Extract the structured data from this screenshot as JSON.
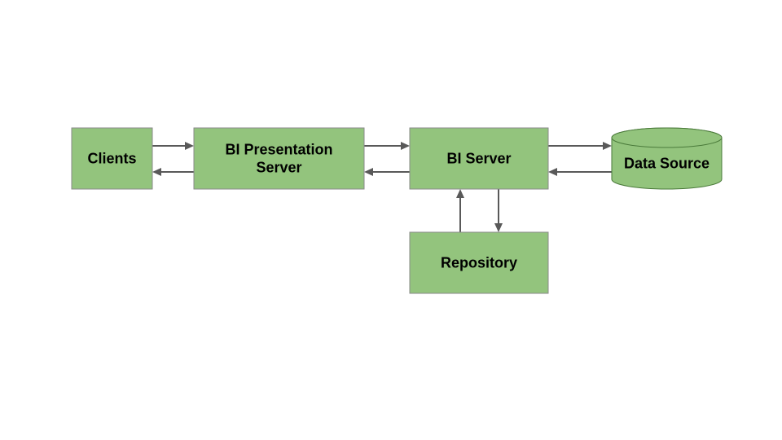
{
  "diagram": {
    "nodes": {
      "clients": {
        "label": [
          "Clients"
        ]
      },
      "presentation_server": {
        "label": [
          "BI Presentation",
          "Server"
        ]
      },
      "bi_server": {
        "label": [
          "BI Server"
        ]
      },
      "data_source": {
        "label": [
          "Data Source"
        ]
      },
      "repository": {
        "label": [
          "Repository"
        ]
      }
    },
    "edges": [
      {
        "from": "clients",
        "to": "presentation_server"
      },
      {
        "from": "presentation_server",
        "to": "clients"
      },
      {
        "from": "presentation_server",
        "to": "bi_server"
      },
      {
        "from": "bi_server",
        "to": "presentation_server"
      },
      {
        "from": "bi_server",
        "to": "data_source"
      },
      {
        "from": "data_source",
        "to": "bi_server"
      },
      {
        "from": "bi_server",
        "to": "repository"
      },
      {
        "from": "repository",
        "to": "bi_server"
      }
    ],
    "colors": {
      "node_fill": "#93c47d",
      "node_border": "#8a8a8a",
      "arrow": "#595959",
      "background": "#ffffff"
    }
  }
}
